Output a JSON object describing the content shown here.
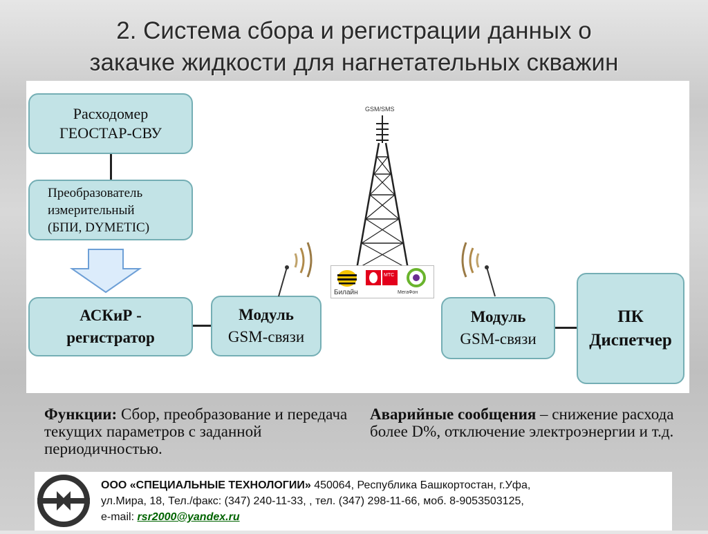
{
  "title": {
    "line1": "2. Система сбора и регистрации данных о",
    "line2": "закачке жидкости для нагнетательных скважин"
  },
  "diagram": {
    "tower_label": "GSM/SMS",
    "flowmeter": {
      "line1": "Расходомер",
      "line2": "ГЕОСТАР-СВУ"
    },
    "converter": {
      "line1": "Преобразователь",
      "line2": "измерительный",
      "line3": "(БПИ, DYMETIC)"
    },
    "recorder": {
      "line1": "АСКиР -",
      "line2": "регистратор"
    },
    "gsm_left": {
      "line1": "Модуль",
      "line2": "GSM-связи"
    },
    "gsm_right": {
      "line1": "Модуль",
      "line2": "GSM-связи"
    },
    "pc": {
      "line1": "ПК",
      "line2": "Диспетчер"
    },
    "operators": {
      "beeline": "Билайн",
      "mts": "МТС",
      "megafon": "МегаФон"
    },
    "colors": {
      "box_fill": "#c2e3e6",
      "box_border": "#74aeb4",
      "arrow_fill": "#dcecfb",
      "arrow_stroke": "#6d9fd6",
      "beeline": "#f5c400",
      "mts": "#e3001b",
      "megafon": "#6ab42d"
    }
  },
  "functions": {
    "label": "Функции:",
    "text": " Сбор, преобразование и передача текущих параметров с заданной периодичностью."
  },
  "alarms": {
    "label": "Аварийные сообщения",
    "text": " – снижение расхода более D%, отключение электроэнергии и т.д."
  },
  "footer": {
    "company": "ООО  «СПЕЦИАЛЬНЫЕ ТЕХНОЛОГИИ»",
    "address": " 450064, Республика Башкортостан, г.Уфа,",
    "line2": "ул.Мира, 18, Тел./факс: (347) 240-11-33, , тел. (347) 298-11-66, моб. 8-9053503125,",
    "email_label": "e-mail: ",
    "email": "rsr2000@yandex.ru"
  }
}
